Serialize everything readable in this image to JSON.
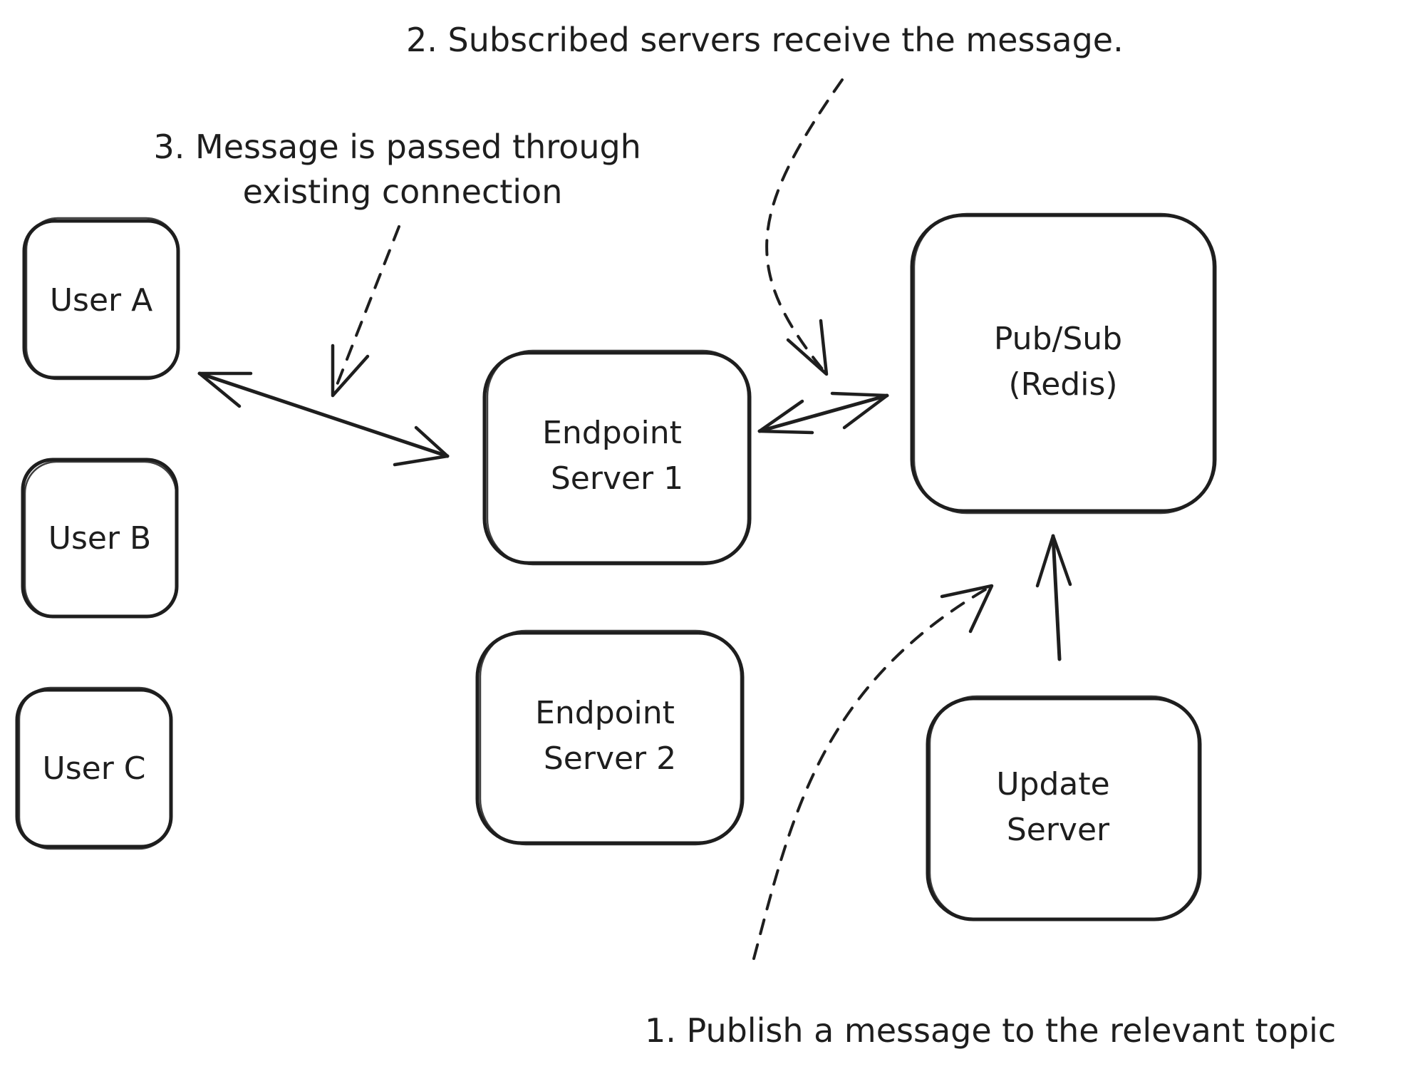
{
  "nodes": {
    "user_a": {
      "label": "User A"
    },
    "user_b": {
      "label": "User B"
    },
    "user_c": {
      "label": "User C"
    },
    "endpoint_server_1": {
      "lines": [
        "Endpoint",
        "Server 1"
      ]
    },
    "endpoint_server_2": {
      "lines": [
        "Endpoint",
        "Server 2"
      ]
    },
    "pubsub": {
      "lines": [
        "Pub/Sub",
        "(Redis)"
      ]
    },
    "update_server": {
      "lines": [
        "Update",
        "Server"
      ]
    }
  },
  "annotations": {
    "step1": "1. Publish a message to the relevant topic",
    "step2": "2. Subscribed servers receive the message.",
    "step3": {
      "lines": [
        "3. Message is passed through",
        "existing connection"
      ]
    }
  },
  "colors": {
    "stroke": "#1e1e1e",
    "background": "#ffffff"
  }
}
